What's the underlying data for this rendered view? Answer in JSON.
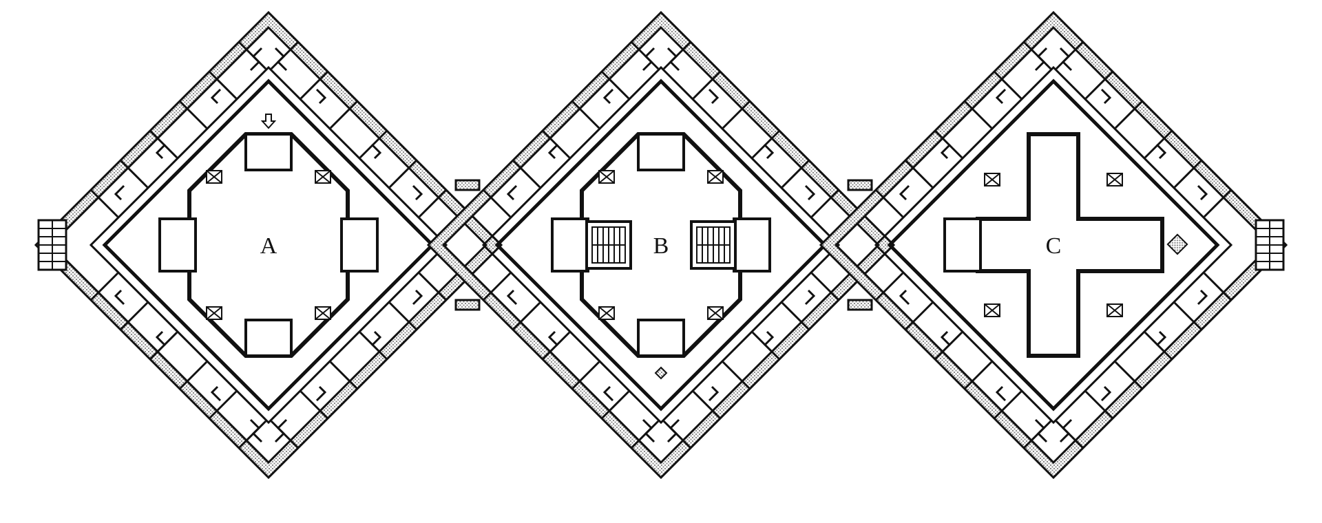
{
  "diagram": {
    "style": {
      "ink": "#111111",
      "background": "#ffffff",
      "hatch": "#8a8a8a"
    },
    "blocks": [
      {
        "id": "A",
        "label": "A",
        "core_shape": "octagon"
      },
      {
        "id": "B",
        "label": "B",
        "core_shape": "octagon-with-stairs"
      },
      {
        "id": "C",
        "label": "C",
        "core_shape": "cross"
      }
    ]
  }
}
